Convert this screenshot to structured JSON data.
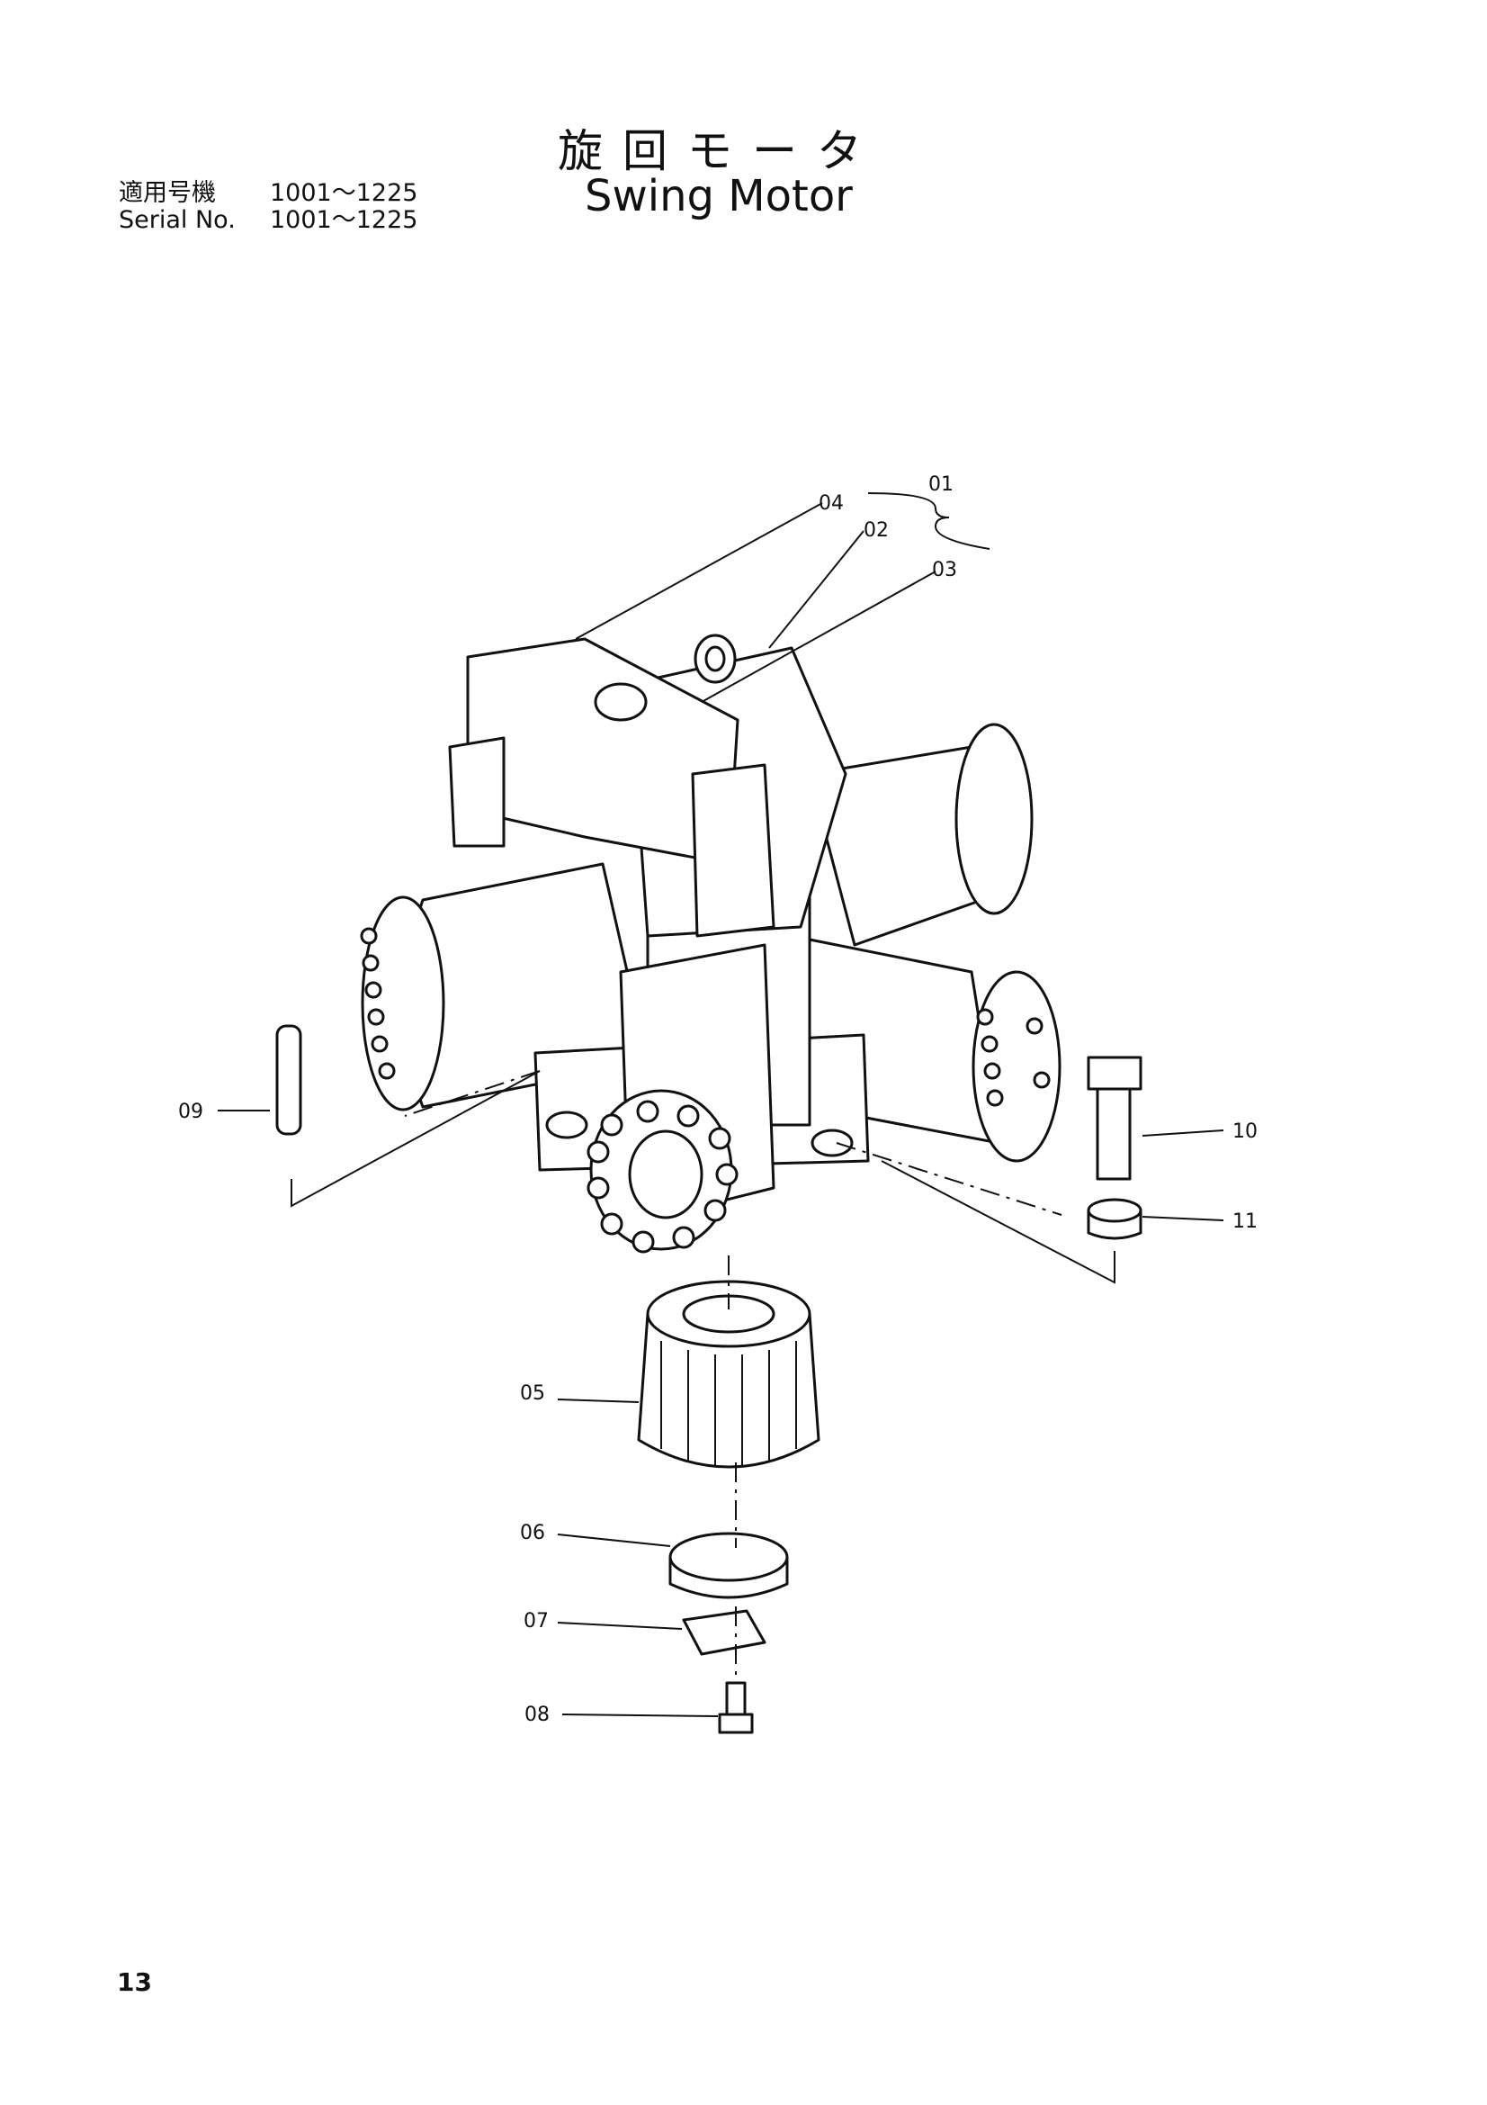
{
  "header": {
    "serial_label_jp": "適用号機",
    "serial_range_jp": "1001～1225",
    "serial_label_en": "Serial No.",
    "serial_range_en": "1001～1225",
    "title_jp": "旋回モータ",
    "title_en": "Swing Motor"
  },
  "callouts": [
    "01",
    "02",
    "03",
    "04",
    "05",
    "06",
    "07",
    "08",
    "09",
    "10",
    "11"
  ],
  "footer": {
    "page_number": "13"
  }
}
